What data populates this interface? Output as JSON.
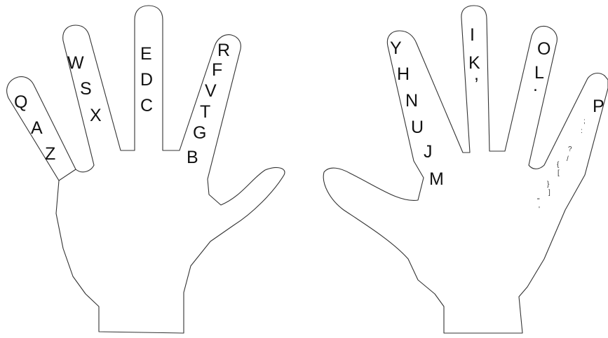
{
  "left_hand": {
    "pinky": [
      "Q",
      "A",
      "Z"
    ],
    "ring": [
      "W",
      "S",
      "X"
    ],
    "middle": [
      "E",
      "D",
      "C"
    ],
    "index": [
      "R",
      "F",
      "V",
      "T",
      "G",
      "B"
    ]
  },
  "right_hand": {
    "index": [
      "Y",
      "H",
      "N",
      "U",
      "J",
      "M"
    ],
    "middle": [
      "I",
      "K",
      ","
    ],
    "ring": [
      "O",
      "L",
      "."
    ],
    "pinky": [
      "P",
      ";",
      ":",
      "?",
      "/",
      "{",
      "[",
      "}",
      "]",
      "\"",
      "'"
    ]
  },
  "colors": {
    "outline": "#333333",
    "text": "#111111",
    "background": "#ffffff"
  }
}
